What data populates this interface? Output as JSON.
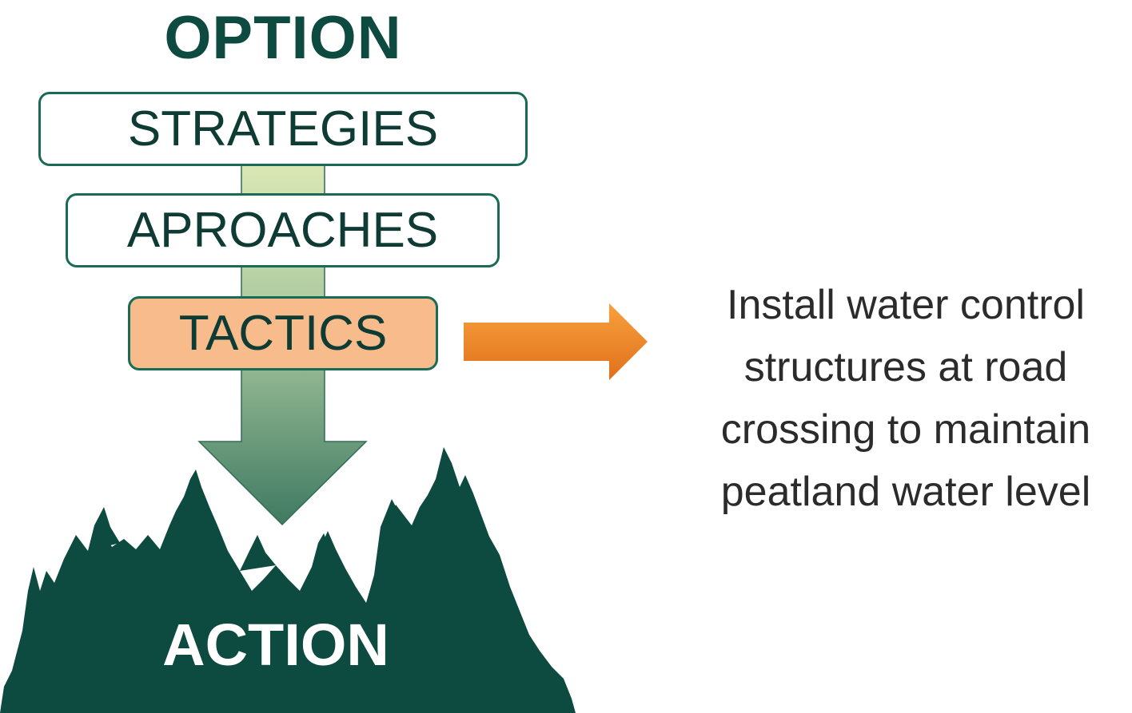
{
  "diagram": {
    "title": "OPTION",
    "stages": [
      {
        "label": "STRATEGIES"
      },
      {
        "label": "APROACHES"
      },
      {
        "label": "TACTICS",
        "highlighted": true
      }
    ],
    "outcome": {
      "label": "ACTION",
      "icon": "forest-silhouette-icon"
    },
    "tactic_example": "Install water control\nstructures at road\ncrossing to maintain\npeatland water level",
    "colors": {
      "dark_green": "#0d4a3f",
      "box_border": "#1a6b55",
      "tactics_fill": "#f8bb8c",
      "arrow_orange": "#f08a2a",
      "flow_top": "#dbe8b5",
      "flow_bottom": "#3f7a62"
    }
  }
}
